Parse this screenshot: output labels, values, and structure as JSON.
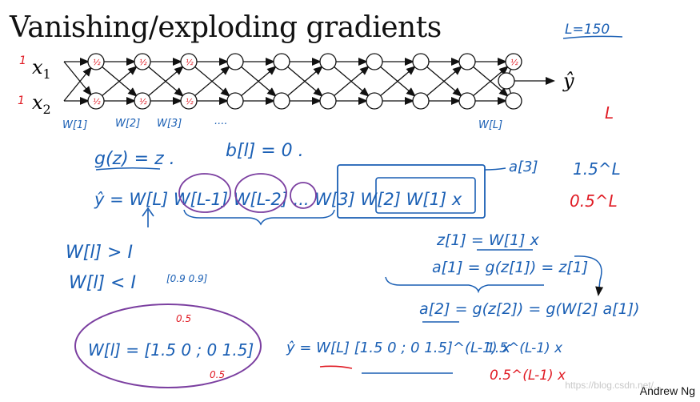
{
  "title": "Vanishing/exploding gradients",
  "credit": "Andrew Ng",
  "watermark": "https://blog.csdn.net/...",
  "network": {
    "inputs": [
      "x",
      "x"
    ],
    "input_subscripts": [
      "1",
      "2"
    ],
    "output": "ŷ",
    "weight_labels": [
      "W[1]",
      "W[2]",
      "W[3]",
      "....",
      "W[L]"
    ]
  },
  "annotations": {
    "layers": "L=150",
    "g_linear": "g(z) = z .",
    "bias_zero": "b[l] = 0 .",
    "yhat_product": "ŷ = W[L] W[L-1] W[L-2] ... W[3] W[2] W[1] x",
    "a3": "a[3]",
    "z1": "z[1] = W[1] x",
    "a1": "a[1] = g(z[1]) = z[1]",
    "a2": "a[2] = g(z[2]) = g(W[2] a[1])",
    "w_gt": "W[l] > I",
    "w_lt": "W[l] < I",
    "small_matrix": "[0.9  0.9]",
    "w_matrix": "W[l] = [1.5 0 ; 0 1.5]",
    "matrix_half": "0.5",
    "yhat_power": "ŷ = W[L] [1.5 0 ; 0 1.5]^(L-1) x",
    "exp_grow": "1.5^L",
    "exp_shrink": "0.5^L",
    "exp_grow2": "1.5^(L-1) x",
    "exp_shrink2": "0.5^(L-1) x"
  },
  "colors": {
    "ink_blue": "#1a5fb4",
    "ink_red": "#e01b24",
    "ink_purple": "#7b3fa0",
    "node_stroke": "#111111"
  }
}
